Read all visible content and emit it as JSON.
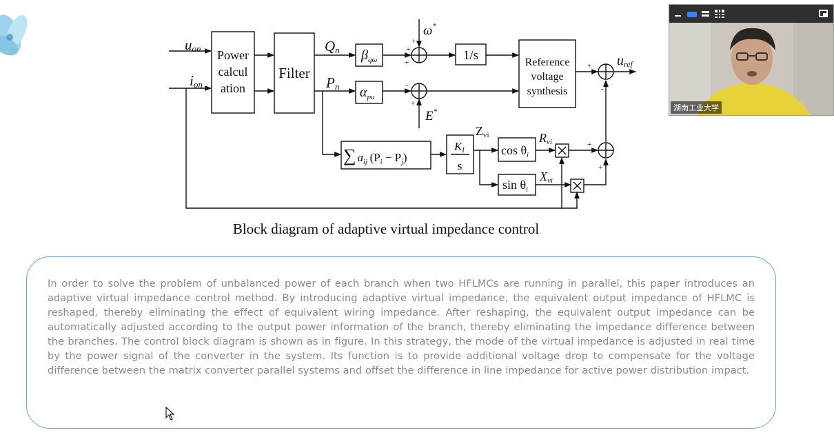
{
  "diagram": {
    "signals": {
      "u_on": "u",
      "u_on_sub": "on",
      "i_on": "i",
      "i_on_sub": "on",
      "Q_n": "Q",
      "Q_n_sub": "n",
      "P_n": "P",
      "P_n_sub": "n",
      "omega_star": "ω",
      "star": "*",
      "E_star": "E",
      "u_ref": "u",
      "u_ref_sub": "ref",
      "Z_vi": "Z",
      "Z_vi_sub": "vi",
      "R_vi": "R",
      "R_vi_sub": "vi",
      "X_vi": "X",
      "X_vi_sub": "vi"
    },
    "blocks": {
      "power_calc": [
        "Power",
        "calcul",
        "ation"
      ],
      "filter": "Filter",
      "beta": "β",
      "beta_sub": "qω",
      "alpha": "α",
      "alpha_sub": "pu",
      "integrator": "1/s",
      "ref_synth": [
        "Reference",
        "voltage",
        "synthesis"
      ],
      "sum_block": {
        "sigma": "∑",
        "a": "a",
        "a_sub": "ij",
        "body": "(P",
        "body_sub_i": "i",
        "minus": " − P",
        "body_sub_j": "j",
        "close": ")"
      },
      "ki": "K",
      "ki_sub": "I",
      "ki_den": "s",
      "cos": "cos θ",
      "cos_sub": "i",
      "sin": "sin θ",
      "sin_sub": "i"
    },
    "summing_signs": {
      "omega_top": "+",
      "omega_left": "+",
      "omega_bottom": "+",
      "e_left": "-",
      "e_bottom": "+",
      "uref_left": "+",
      "uref_bottom": "-",
      "v_left": "+",
      "v_bottom": "+"
    },
    "caption": "Block diagram of adaptive virtual impedance control"
  },
  "body_text": "In order to solve the problem of unbalanced power of each branch when two HFLMCs are running in parallel, this paper introduces an adaptive virtual impedance control method.   By introducing adaptive virtual impedance, the equivalent output impedance of HFLMC is reshaped, thereby eliminating the effect of equivalent wiring impedance.   After reshaping, the equivalent output impedance can be automatically adjusted according to the output power information of the branch, thereby eliminating the impedance difference between the branches. The control block diagram is shown as in figure. In this strategy, the mode of the virtual impedance is adjusted in real time by the power signal of the converter in the system.  Its function is to provide additional voltage drop to compensate for the voltage difference between the matrix converter parallel systems and offset the difference in line impedance for active power distribution impact.",
  "video": {
    "participant_label": "湖南工业大学",
    "toolbar_icons": [
      "minimize-icon",
      "speaker-view-icon",
      "list-view-icon",
      "grid-view-icon",
      "share-screen-icon"
    ]
  },
  "colors": {
    "box_border": "#6aa8c8",
    "paragraph_text": "#8a8a8a",
    "toolbar_bg": "#2f2f2f",
    "active_icon": "#3b82f6"
  }
}
